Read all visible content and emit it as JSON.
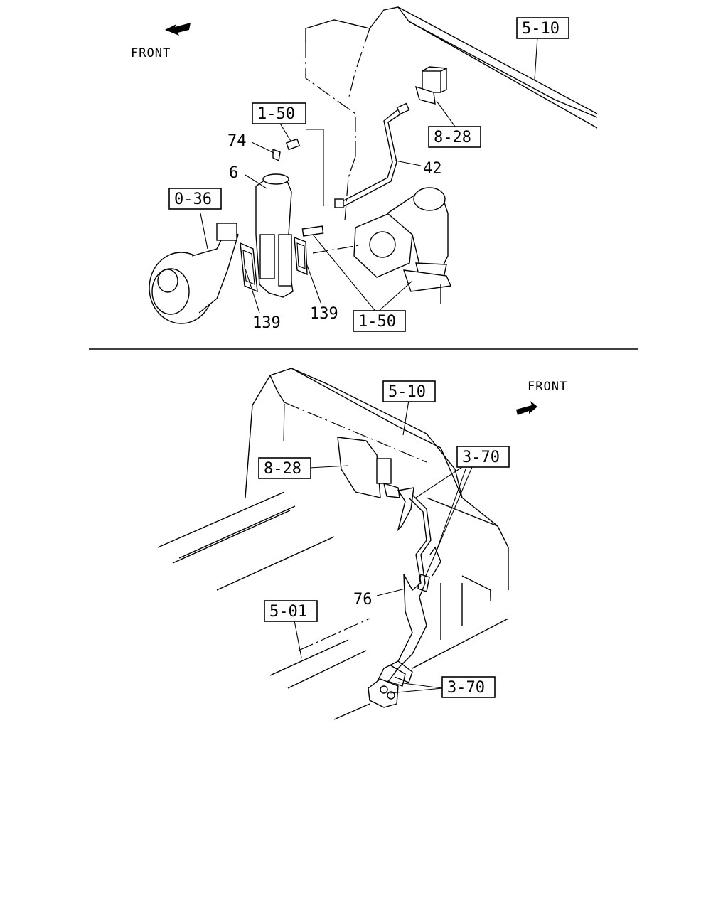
{
  "diagram": {
    "top_section": {
      "front_label": "FRONT",
      "ref_boxes": [
        "5-10",
        "1-50",
        "8-28",
        "0-36",
        "1-50"
      ],
      "part_numbers": [
        "74",
        "6",
        "42",
        "139",
        "139"
      ]
    },
    "bottom_section": {
      "front_label": "FRONT",
      "ref_boxes": [
        "5-10",
        "8-28",
        "3-70",
        "5-01",
        "3-70"
      ],
      "part_numbers": [
        "76"
      ]
    }
  }
}
